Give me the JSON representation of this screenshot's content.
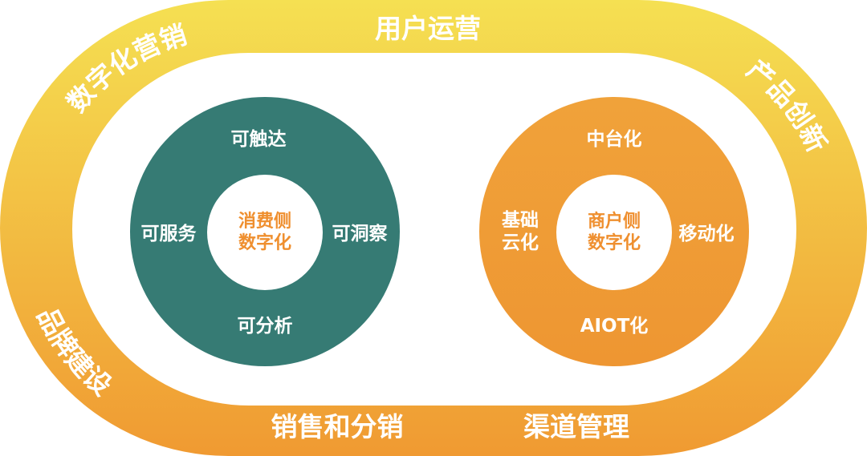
{
  "colors": {
    "ring_top": "#f5e052",
    "ring_bottom": "#f09a32",
    "teal": "#367b74",
    "orange": "#ef9a35",
    "core_text": "#ef8f2f"
  },
  "outer_ring": {
    "top_left": "数字化营销",
    "top": "用户运营",
    "top_right": "产品创新",
    "bottom_left": "品牌建设",
    "bottom_center": "销售和分销",
    "bottom_right": "渠道管理"
  },
  "consumer": {
    "center_line1": "消费侧",
    "center_line2": "数字化",
    "top": "可触达",
    "left": "可服务",
    "right": "可洞察",
    "bottom": "可分析"
  },
  "merchant": {
    "center_line1": "商户侧",
    "center_line2": "数字化",
    "top": "中台化",
    "left_line1": "基础",
    "left_line2": "云化",
    "right": "移动化",
    "bottom": "AIOT化"
  }
}
